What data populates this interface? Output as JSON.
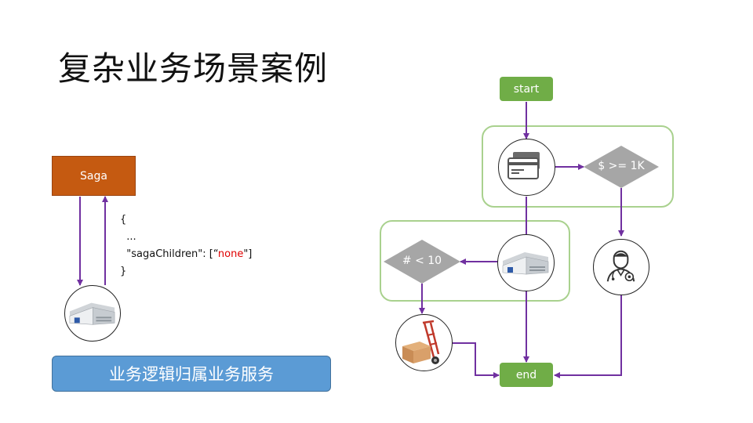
{
  "title": "复杂业务场景案例",
  "left": {
    "saga_label": "Saga",
    "code_lines": [
      "{",
      "  ...",
      "  \"sagaChildren\": [“",
      "none",
      "\"]",
      "}"
    ],
    "banner": "业务逻辑归属业务服务"
  },
  "flow": {
    "start": "start",
    "end": "end",
    "cond_amount": "$ >= 1K",
    "cond_count": "# < 10"
  },
  "colors": {
    "saga": "#c55a11",
    "banner": "#5b9bd5",
    "node": "#70ad47",
    "group_border": "#a9d18e",
    "diamond": "#a6a6a6",
    "arrow": "#7030a0"
  },
  "icons": {
    "saga_service": "warehouse-icon",
    "payment": "credit-card-icon",
    "warehouse": "warehouse-icon",
    "approver": "doctor-icon",
    "shipping": "hand-truck-icon"
  }
}
